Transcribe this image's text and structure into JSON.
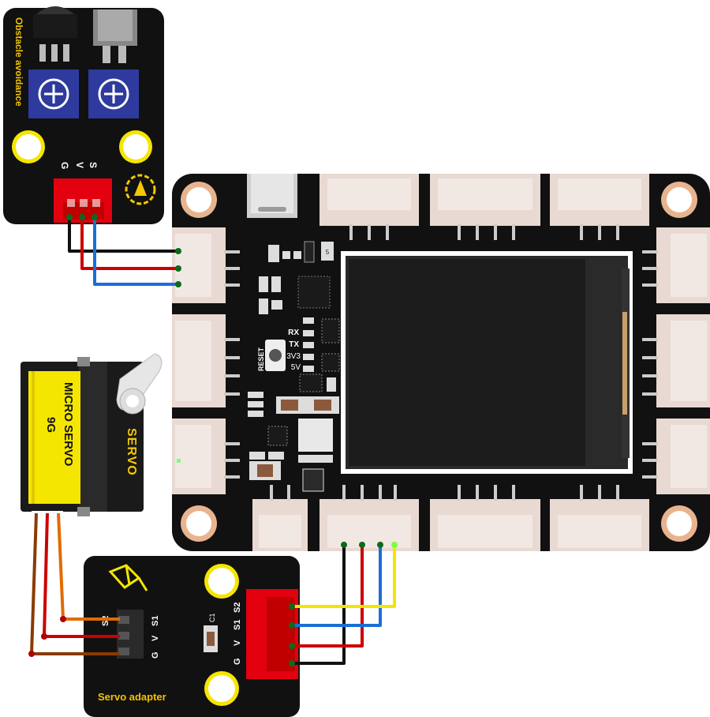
{
  "obstacle_module": {
    "title": "Obstacle avoidance",
    "pin_g": "G",
    "pin_v": "V",
    "pin_s": "S"
  },
  "main_board": {
    "rx": "RX",
    "tx": "TX",
    "v33": "3V3",
    "v5": "5V",
    "reset": "RESET",
    "chip_mark": "5"
  },
  "servo": {
    "label_line1": "MICRO SERVO",
    "label_line2": "9G",
    "brand": "SERVO"
  },
  "servo_adapter": {
    "title": "Servo adapter",
    "left_pins": [
      "G",
      "V",
      "S1",
      "S2"
    ],
    "right_pins": [
      "G",
      "V",
      "S1",
      "S2"
    ],
    "cap": "C1"
  },
  "colors": {
    "board": "#111111",
    "header_red": "#e3000f",
    "wire_black": "#111111",
    "wire_red": "#cc0000",
    "wire_blue": "#1a6fd6",
    "wire_yellow": "#f2e600",
    "wire_brown": "#8a3b00",
    "wire_orange": "#e06b00",
    "label_yellow": "#f2e600",
    "screen": "#1a1a1a",
    "connector": "#e8d9d2",
    "hole_copper": "#e8b48f"
  }
}
